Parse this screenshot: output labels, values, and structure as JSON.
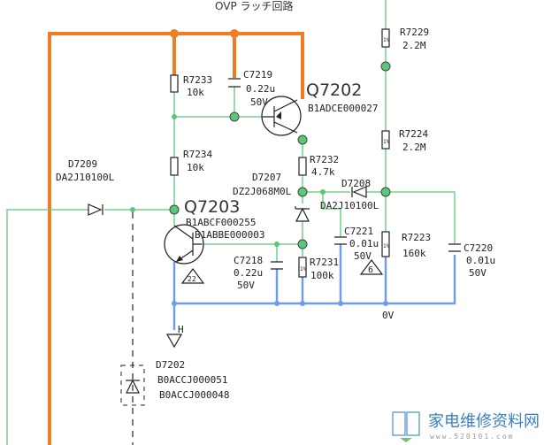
{
  "title": "OVP ラッチ回路",
  "colors": {
    "supply": "#f07d24",
    "signal": "#5ac878",
    "ground": "#6b9cf0"
  },
  "components": {
    "r7233": {
      "ref": "R7233",
      "value": "10k"
    },
    "c7219": {
      "ref": "C7219",
      "value": "0.22u",
      "voltage": "50V"
    },
    "q7202": {
      "ref": "Q7202",
      "part": "B1ADCE000027"
    },
    "r7229": {
      "ref": "R7229",
      "value": "2.2M",
      "tol": "1%"
    },
    "r7224": {
      "ref": "R7224",
      "value": "2.2M",
      "tol": "1%"
    },
    "r7234": {
      "ref": "R7234",
      "value": "10k"
    },
    "r7232": {
      "ref": "R7232",
      "value": "4.7k"
    },
    "d7209": {
      "ref": "D7209",
      "part": "DA2J10100L"
    },
    "d7207": {
      "ref": "D7207",
      "part": "DZ2J068M0L"
    },
    "d7208": {
      "ref": "D7208",
      "part": "DA2J10100L"
    },
    "q7203": {
      "ref": "Q7203",
      "part1": "B1ABCF000255",
      "part2": "B1ABBE000003"
    },
    "c7221": {
      "ref": "C7221",
      "value": "0.01u",
      "voltage": "50V"
    },
    "r7223": {
      "ref": "R7223",
      "value": "160k",
      "tol": "1%"
    },
    "c7220": {
      "ref": "C7220",
      "value": "0.01u",
      "voltage": "50V"
    },
    "c7218": {
      "ref": "C7218",
      "value": "0.22u",
      "voltage": "50V"
    },
    "r7231": {
      "ref": "R7231",
      "value": "100k",
      "tol": "1%"
    },
    "d7202": {
      "ref": "D7202",
      "part1": "B0ACCJ000051",
      "part2": "B0ACCJ000048"
    }
  },
  "markers": {
    "tri22": "22",
    "tri6": "6",
    "ground_label": "H",
    "zero_v": "0V"
  },
  "watermark": {
    "name": "家电维修资料网",
    "url": "www.520101.com"
  }
}
